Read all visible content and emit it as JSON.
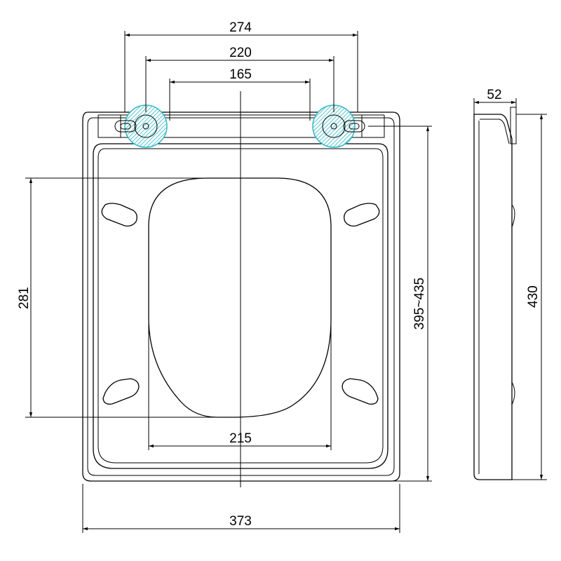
{
  "front_view": {
    "dimensions": {
      "overall_hinge_span": "274",
      "hinge_center_span": "220",
      "inner_hinge_span": "165",
      "opening_length": "281",
      "opening_width": "215",
      "fixing_range": "395~435",
      "overall_width": "373"
    }
  },
  "side_view": {
    "dimensions": {
      "thickness": "52",
      "overall_length": "430"
    }
  },
  "colors": {
    "line": "#000000",
    "hinge_highlight": "#2fb8c6"
  }
}
